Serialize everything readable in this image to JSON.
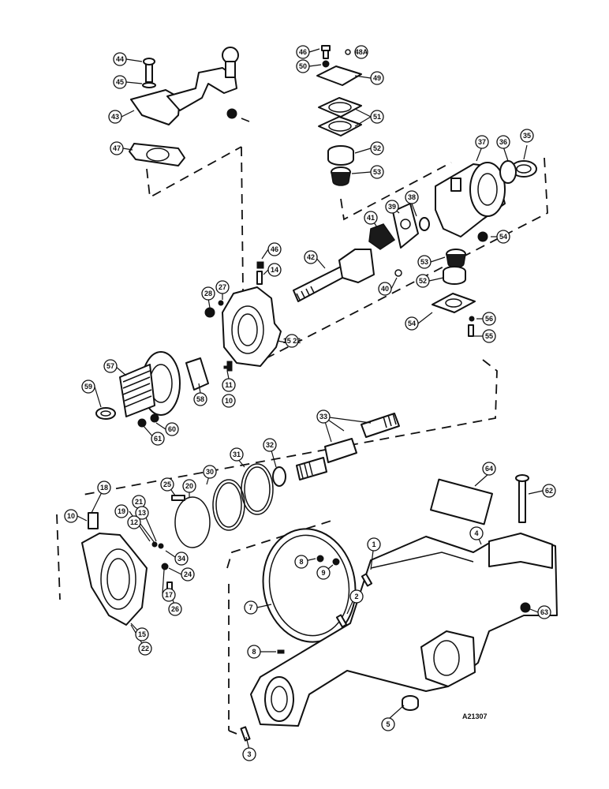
{
  "drawing_number": "A21307",
  "callouts": [
    {
      "id": "c44",
      "label": "44"
    },
    {
      "id": "c45",
      "label": "45"
    },
    {
      "id": "c43",
      "label": "43"
    },
    {
      "id": "c47",
      "label": "47"
    },
    {
      "id": "c46a",
      "label": "46"
    },
    {
      "id": "c50a",
      "label": "50"
    },
    {
      "id": "c48a",
      "label": "48A"
    },
    {
      "id": "c49",
      "label": "49"
    },
    {
      "id": "c51",
      "label": "51"
    },
    {
      "id": "c52a",
      "label": "52"
    },
    {
      "id": "c53a",
      "label": "53"
    },
    {
      "id": "c37",
      "label": "37"
    },
    {
      "id": "c36",
      "label": "36"
    },
    {
      "id": "c35",
      "label": "35"
    },
    {
      "id": "c38",
      "label": "38"
    },
    {
      "id": "c39",
      "label": "39"
    },
    {
      "id": "c41",
      "label": "41"
    },
    {
      "id": "c54a",
      "label": "54"
    },
    {
      "id": "c46b",
      "label": "46"
    },
    {
      "id": "c14",
      "label": "14"
    },
    {
      "id": "c42",
      "label": "42"
    },
    {
      "id": "c40",
      "label": "40"
    },
    {
      "id": "c53b",
      "label": "53"
    },
    {
      "id": "c52b",
      "label": "52"
    },
    {
      "id": "c28",
      "label": "28"
    },
    {
      "id": "c27",
      "label": "27"
    },
    {
      "id": "c1522a",
      "label": "15 22"
    },
    {
      "id": "c54b",
      "label": "54"
    },
    {
      "id": "c56",
      "label": "56"
    },
    {
      "id": "c55",
      "label": "55"
    },
    {
      "id": "c57",
      "label": "57"
    },
    {
      "id": "c58",
      "label": "58"
    },
    {
      "id": "c11",
      "label": "11"
    },
    {
      "id": "c10a",
      "label": "10"
    },
    {
      "id": "c59",
      "label": "59"
    },
    {
      "id": "c60",
      "label": "60"
    },
    {
      "id": "c61",
      "label": "61"
    },
    {
      "id": "c33",
      "label": "33"
    },
    {
      "id": "c32",
      "label": "32"
    },
    {
      "id": "c31",
      "label": "31"
    },
    {
      "id": "c30",
      "label": "30"
    },
    {
      "id": "c25",
      "label": "25"
    },
    {
      "id": "c20",
      "label": "20"
    },
    {
      "id": "c18",
      "label": "18"
    },
    {
      "id": "c10b",
      "label": "10"
    },
    {
      "id": "c19",
      "label": "19"
    },
    {
      "id": "c21",
      "label": "21"
    },
    {
      "id": "c13",
      "label": "13"
    },
    {
      "id": "c12",
      "label": "12"
    },
    {
      "id": "c34",
      "label": "34"
    },
    {
      "id": "c17",
      "label": "17"
    },
    {
      "id": "c24",
      "label": "24"
    },
    {
      "id": "c26",
      "label": "26"
    },
    {
      "id": "c15",
      "label": "15"
    },
    {
      "id": "c22",
      "label": "22"
    },
    {
      "id": "c64",
      "label": "64"
    },
    {
      "id": "c62",
      "label": "62"
    },
    {
      "id": "c4",
      "label": "4"
    },
    {
      "id": "c1",
      "label": "1"
    },
    {
      "id": "c8a",
      "label": "8"
    },
    {
      "id": "c9",
      "label": "9"
    },
    {
      "id": "c7",
      "label": "7"
    },
    {
      "id": "c2",
      "label": "2"
    },
    {
      "id": "c63",
      "label": "63"
    },
    {
      "id": "c8b",
      "label": "8"
    },
    {
      "id": "c5",
      "label": "5"
    },
    {
      "id": "c3",
      "label": "3"
    }
  ]
}
